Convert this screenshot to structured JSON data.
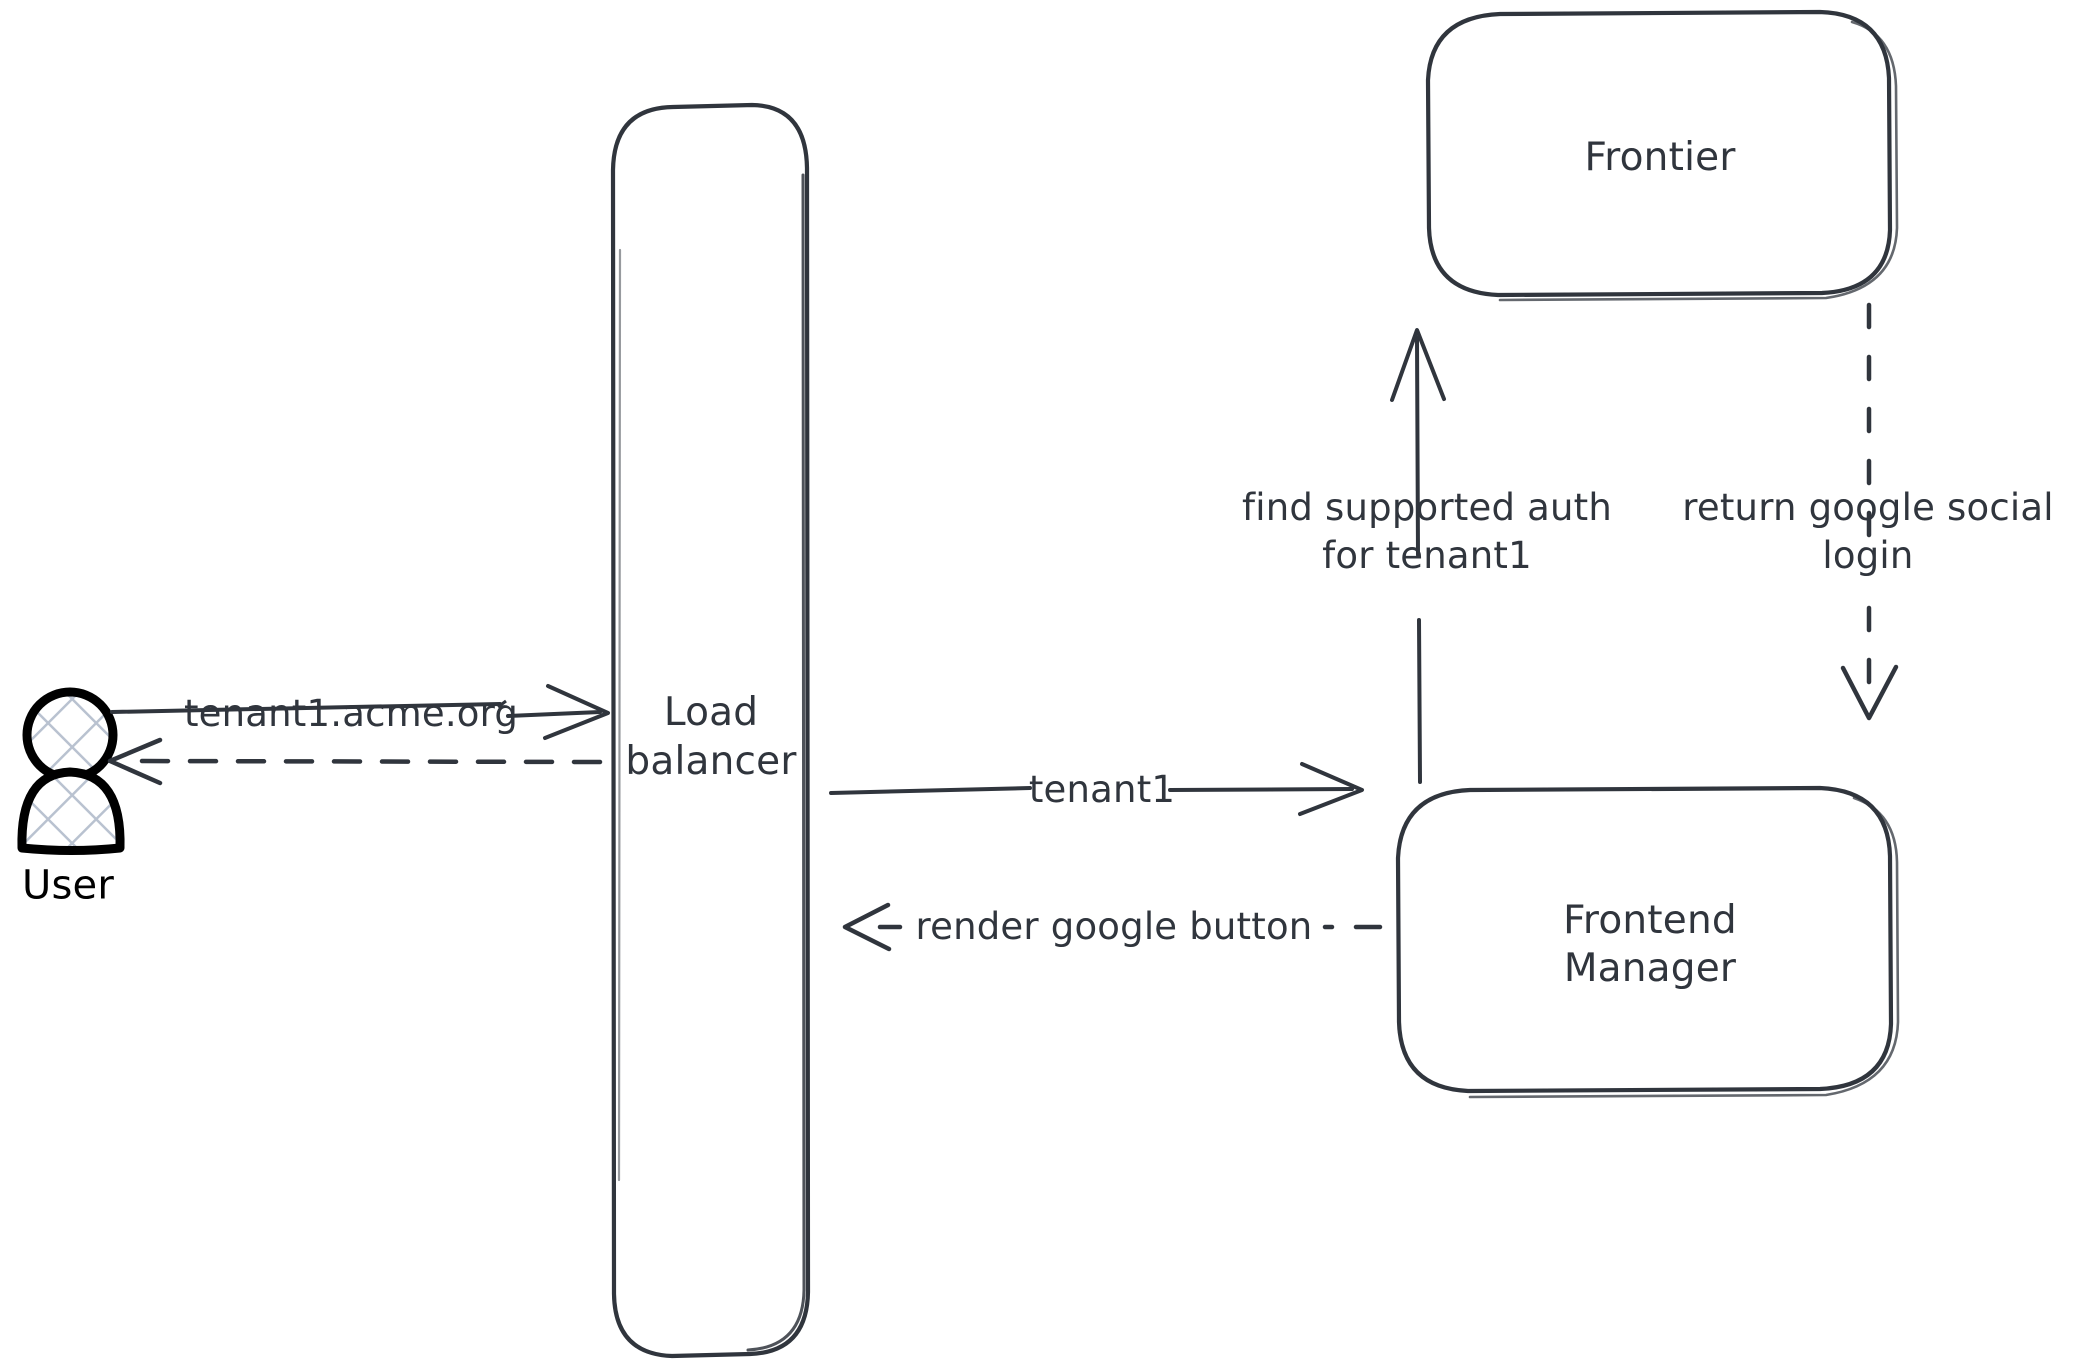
{
  "diagram": {
    "type": "architecture-flow",
    "title": "",
    "background_color": "#ffffff",
    "stroke_color": "#30353d",
    "actor_stroke_color": "#000000",
    "actor_fill_pattern_color": "#b9c2d0",
    "style": "hand-drawn-sketch"
  },
  "actors": [
    {
      "id": "user",
      "icon": "person-icon",
      "label": "User"
    }
  ],
  "nodes": [
    {
      "id": "load-balancer",
      "label_line1": "Load",
      "label_line2": "balancer",
      "shape": "rounded-rect-tall"
    },
    {
      "id": "frontier",
      "label_line1": "Frontier",
      "label_line2": "",
      "shape": "rounded-rect"
    },
    {
      "id": "frontend-manager",
      "label_line1": "Frontend",
      "label_line2": "Manager",
      "shape": "rounded-rect"
    }
  ],
  "edges": [
    {
      "id": "user-to-lb",
      "from": "user",
      "to": "load-balancer",
      "label_line1": "tenant1.acme.org",
      "label_line2": "",
      "line": "solid",
      "direction": "right"
    },
    {
      "id": "lb-to-user",
      "from": "load-balancer",
      "to": "user",
      "label_line1": "",
      "label_line2": "",
      "line": "dashed",
      "direction": "left"
    },
    {
      "id": "lb-to-fm",
      "from": "load-balancer",
      "to": "frontend-manager",
      "label_line1": "tenant1",
      "label_line2": "",
      "line": "solid",
      "direction": "right"
    },
    {
      "id": "fm-to-lb",
      "from": "frontend-manager",
      "to": "load-balancer",
      "label_line1": "render google button",
      "label_line2": "",
      "line": "dashed",
      "direction": "left"
    },
    {
      "id": "fm-to-frontier",
      "from": "frontend-manager",
      "to": "frontier",
      "label_line1": "find supported auth",
      "label_line2": "for tenant1",
      "line": "solid",
      "direction": "up"
    },
    {
      "id": "frontier-to-fm",
      "from": "frontier",
      "to": "frontend-manager",
      "label_line1": "return google social",
      "label_line2": "login",
      "line": "dashed",
      "direction": "down"
    }
  ]
}
